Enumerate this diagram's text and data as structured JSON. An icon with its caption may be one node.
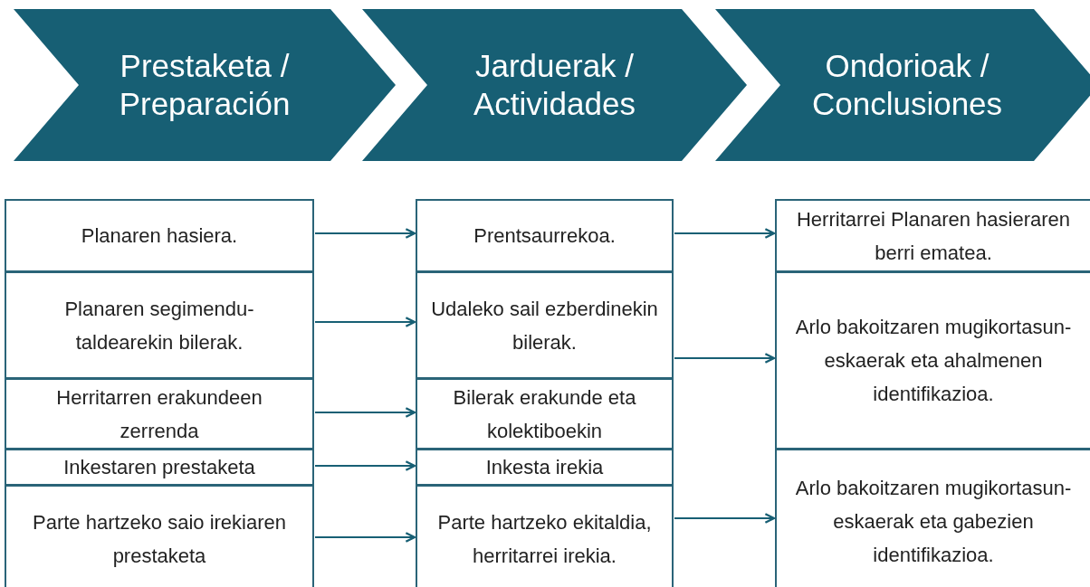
{
  "diagram": {
    "nodes": [
      {
        "text": [
          "Prestaketa / Preparación"
        ]
      },
      {
        "text": [
          "Jarduerak / Actividades"
        ]
      },
      {
        "text": [
          "Ondorioak / Conclusiones"
        ]
      },
      {
        "text": [
          "Planaren hasiera."
        ]
      },
      {
        "text": [
          "Planaren segimendu-taldearekin bilerak."
        ]
      },
      {
        "text": [
          "Herritarren erakundeen zerrenda"
        ]
      },
      {
        "text": [
          "Inkestaren prestaketa"
        ]
      },
      {
        "text": [
          "Parte hartzeko saio irekiaren prestaketa"
        ]
      },
      {
        "text": [
          "Prentsaurrekoa."
        ]
      },
      {
        "text": [
          "Udaleko sail ezberdinekin bilerak."
        ]
      },
      {
        "text": [
          "Bilerak erakunde eta kolektiboekin"
        ]
      },
      {
        "text": [
          "Inkesta irekia"
        ]
      },
      {
        "text": [
          "Parte hartzeko ekitaldia, herritarrei irekia."
        ]
      },
      {
        "text": [
          "Herritarrei Planaren hasieraren berri ematea."
        ]
      },
      {
        "text": [
          "Arlo bakoitzaren mugikortasun-eskaerak eta ahalmenen identifikazioa."
        ]
      },
      {
        "text": [
          "Arlo bakoitzaren mugikortasun-eskaerak eta gabezien identifikazioa."
        ]
      }
    ],
    "edges": [
      {
        "from": 3,
        "to": 8,
        "arrow": "to"
      },
      {
        "from": 4,
        "to": 9,
        "arrow": "to"
      },
      {
        "from": 5,
        "to": 10,
        "arrow": "to"
      },
      {
        "from": 6,
        "to": 11,
        "arrow": "to"
      },
      {
        "from": 7,
        "to": 12,
        "arrow": "to"
      },
      {
        "from": 8,
        "to": 13,
        "arrow": "to"
      },
      {
        "from": 9,
        "to": 14,
        "arrow": "to"
      },
      {
        "from": 12,
        "to": 15,
        "arrow": "to"
      }
    ]
  }
}
